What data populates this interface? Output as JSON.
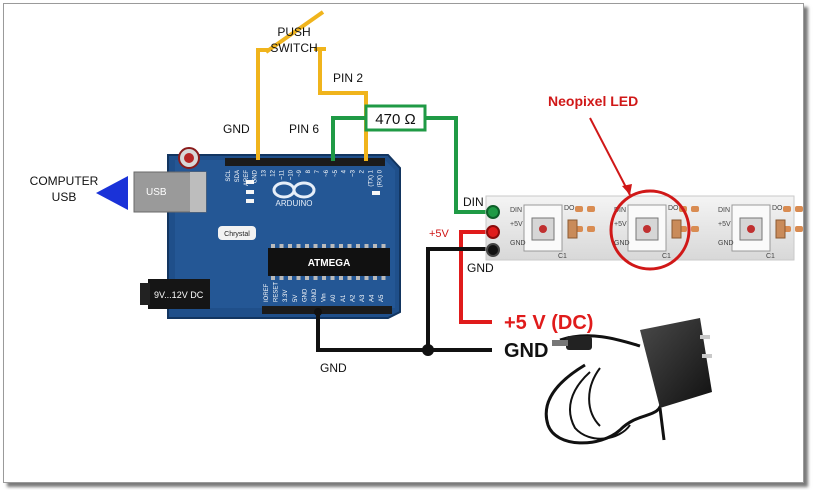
{
  "labels": {
    "push_switch_line1": "PUSH",
    "push_switch_line2": "SWITCH",
    "pin2": "PIN 2",
    "pin6": "PIN 6",
    "gnd_top": "GND",
    "resistor": "470 Ω",
    "computer_line1": "COMPUTER",
    "computer_line2": "USB",
    "usb": "USB",
    "dc_jack": "9V...12V DC",
    "neopixel_title": "Neopixel LED",
    "din": "DIN",
    "plus5v_small": "+5V",
    "gnd_strip": "GND",
    "gnd_bottom": "GND",
    "power_5v": "+5 V (DC)",
    "power_gnd": "GND",
    "board_logo": "ARDUINO",
    "board_chip": "ATMEGA",
    "board_crystal": "Chrystal"
  },
  "strip": {
    "pad_labels": {
      "din": "DIN",
      "v5": "+5V",
      "gnd": "GND",
      "do": "DO",
      "c1": "C1"
    }
  },
  "header_pins_top": [
    "SCL",
    "SDA",
    "AREF",
    "GND",
    "13",
    "12",
    "~11",
    "~10",
    "~9",
    "8",
    "7",
    "~6",
    "~5",
    "4",
    "~3",
    "2",
    "(TX) 1",
    "(RX) 0"
  ],
  "header_pins_bottom": [
    "IOREF",
    "RESET",
    "3.3V",
    "5V",
    "GND",
    "GND",
    "Vin",
    "A0",
    "A1",
    "A2",
    "A3",
    "A4",
    "A5"
  ],
  "colors": {
    "wire_yellow": "#f0b41c",
    "wire_green": "#1f9a45",
    "wire_red": "#e01b1b",
    "wire_black": "#111111",
    "board": "#1f4f8a",
    "arrow_blue": "#1a32d8",
    "neopixel_accent": "#d01818"
  }
}
